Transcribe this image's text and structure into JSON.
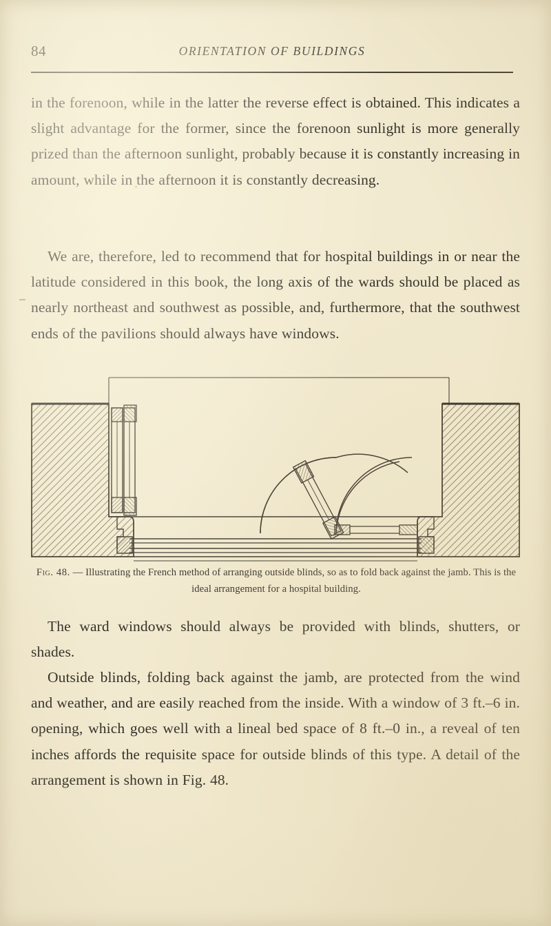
{
  "header": {
    "folio": "84",
    "running_title": "ORIENTATION OF BUILDINGS"
  },
  "body": {
    "paragraph_1": "in the forenoon, while in the latter the reverse effect is obtained.   This indicates a slight advantage for the former, since the forenoon sunlight is more generally prized than the afternoon sunlight, probably because it is constantly increasing in amount, while in the afternoon it is constantly decreasing.",
    "paragraph_2": "We are, therefore, led to recommend that for hospital buildings in or near the latitude considered in this book, the long axis of the wards should be placed as nearly northeast and southwest as possible, and, furthermore, that the southwest ends of the pavilions should always have windows.",
    "paragraph_3": "The ward windows should always be provided with blinds, shutters, or shades.",
    "paragraph_4": "Outside blinds, folding back against the jamb, are protected from the wind and weather, and are easily reached from the inside.   With a window of 3 ft.–6 in. opening, which goes well with a lineal bed space of 8 ft.–0 in., a reveal of ten inches affords the requisite space for outside blinds of this type.   A detail of the arrangement is shown in Fig. 48."
  },
  "figure": {
    "label": "Fig. 48.",
    "dash": " — ",
    "caption_text": "Illustrating the French method of arranging outside blinds, so as to fold back against the jamb.   This is the ideal arrangement for a hospital building.",
    "description": "Plan section through a window opening showing masonry walls in hatched section at left and right, the window sash spanning the opening, folded outside blind leaves stacked against the left jamb, and two quarter-circle swing arcs at the right indicating the path of the blind leaves as they fold back against the jamb.",
    "colors": {
      "ink": "#3a352b",
      "paper": "#f2ead0",
      "hatch": "#6a6049"
    }
  }
}
